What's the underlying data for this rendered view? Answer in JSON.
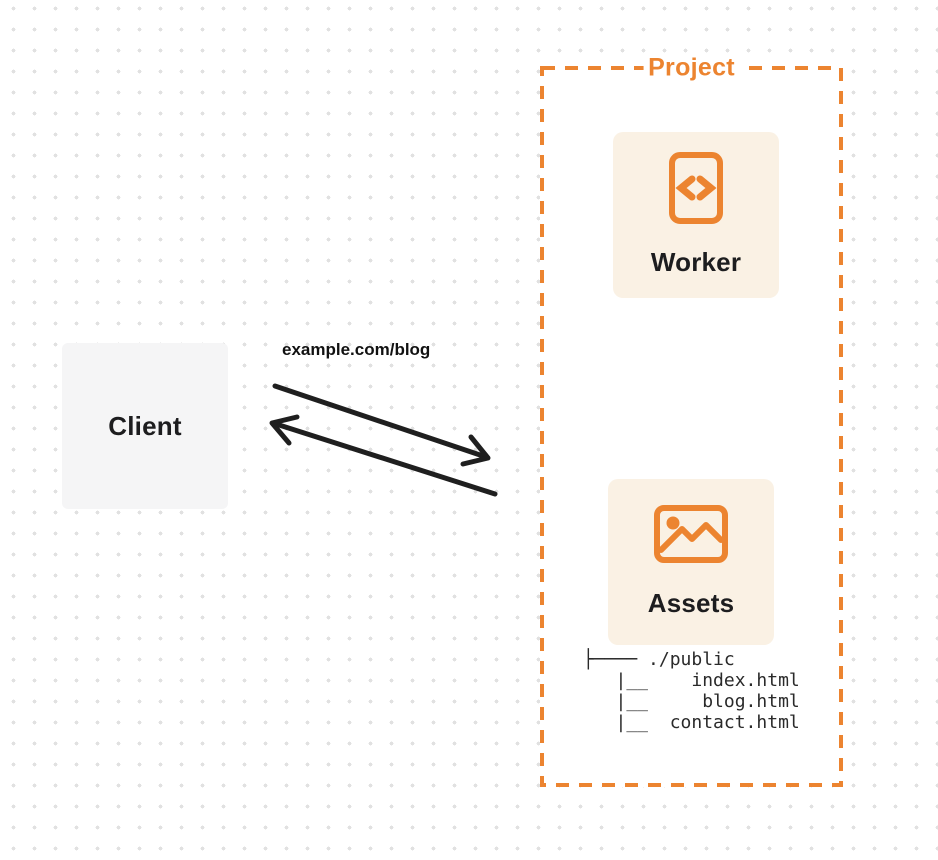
{
  "colors": {
    "accent_orange": "#EC8430",
    "card_bg": "#FAF1E4",
    "client_bg": "#F5F5F6",
    "arrow": "#1F1F1F",
    "dot_grid": "#E1E1E1",
    "text_dark": "#1D1D1F"
  },
  "client": {
    "label": "Client"
  },
  "request": {
    "label": "example.com/blog"
  },
  "project": {
    "label": "Project",
    "worker": {
      "label": "Worker",
      "icon": "code-document-icon"
    },
    "assets": {
      "label": "Assets",
      "icon": "image-icon"
    },
    "file_tree": {
      "lines": [
        "├──── ./public",
        "   |__    index.html",
        "   |__     blog.html",
        "   |__  contact.html"
      ]
    }
  }
}
